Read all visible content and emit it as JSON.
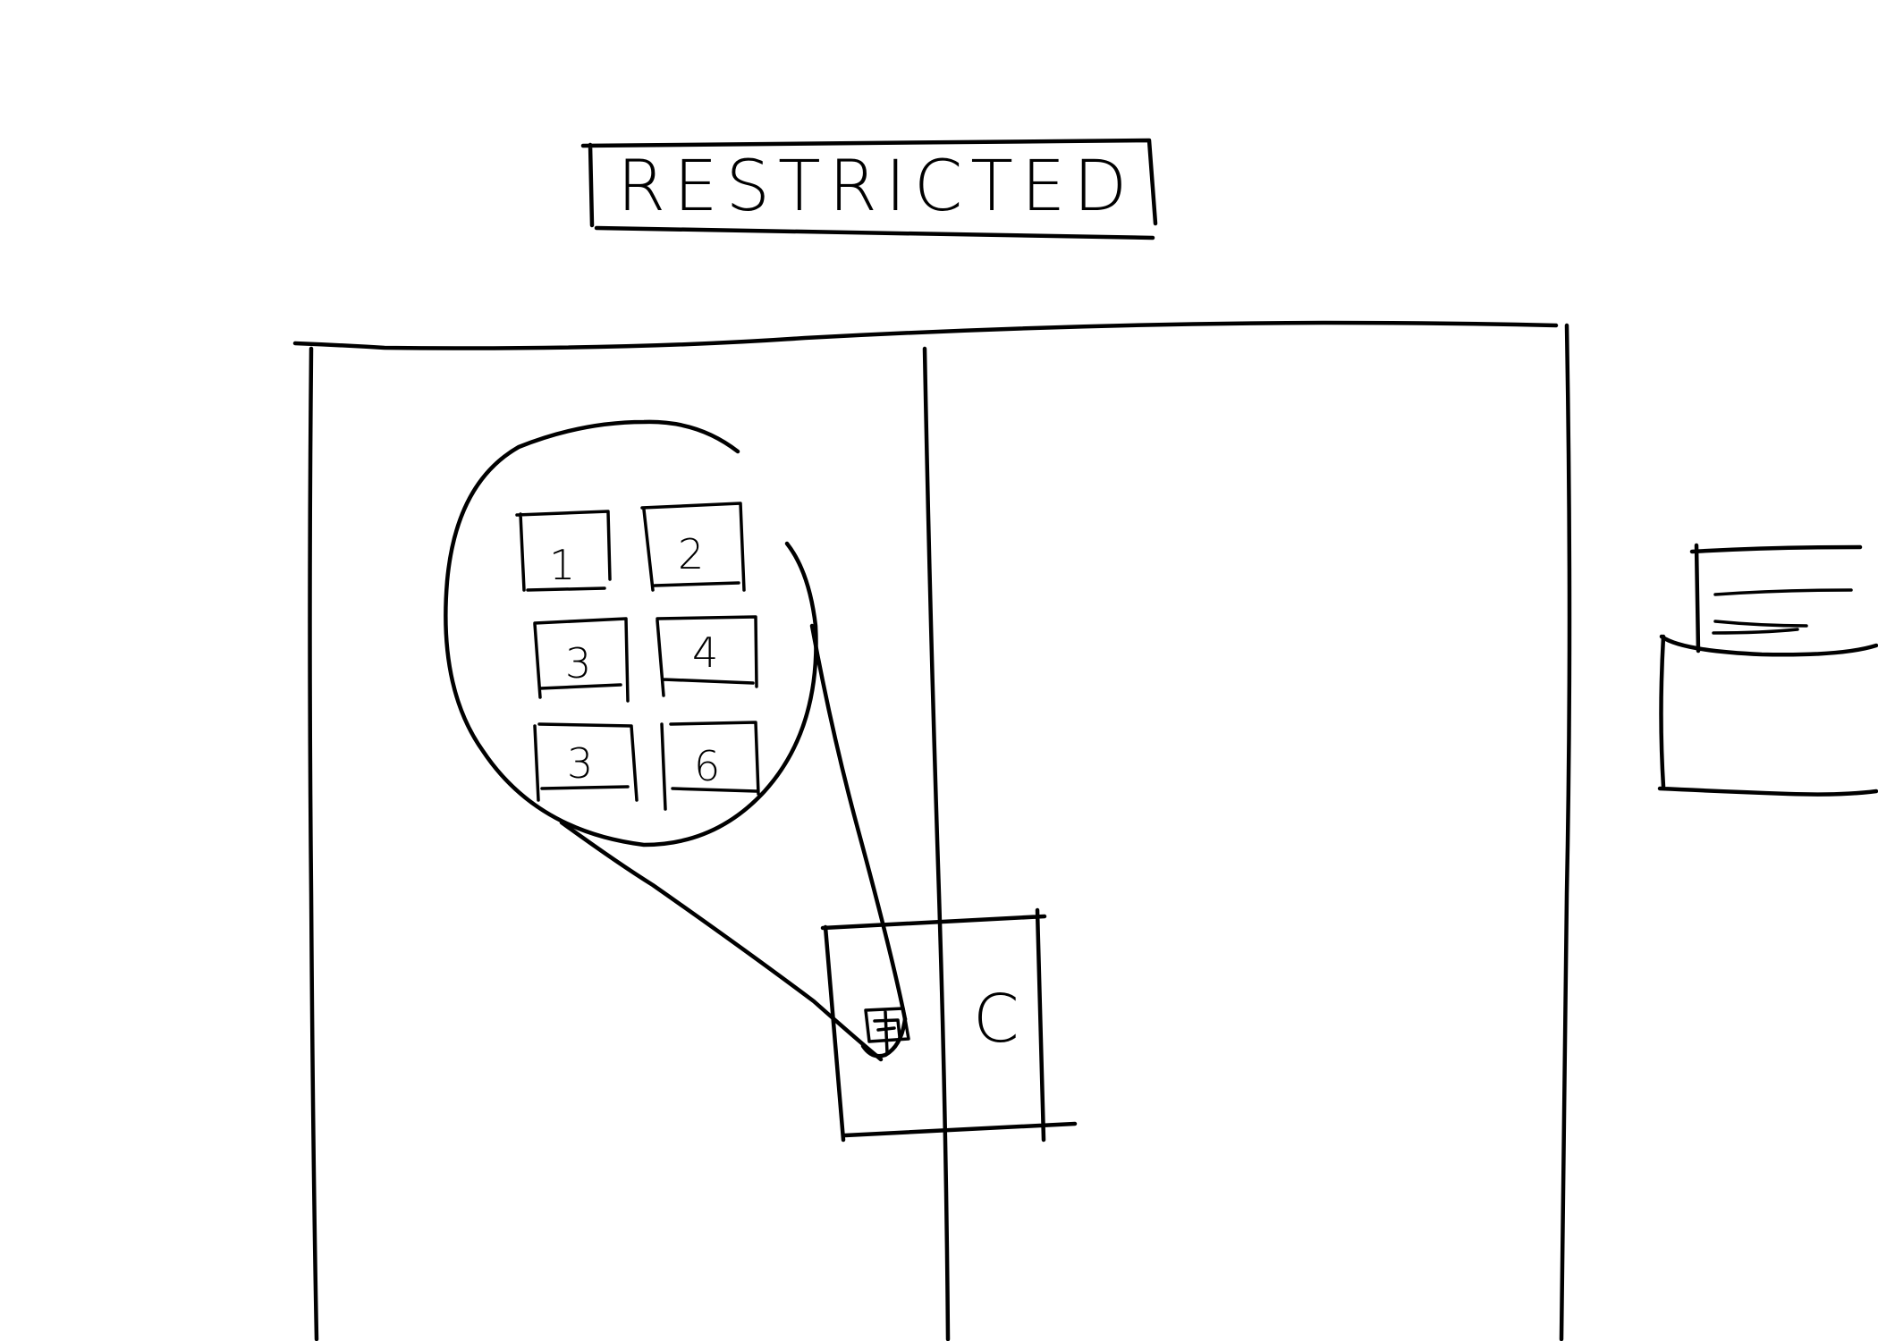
{
  "sign": {
    "text": "RESTRICTED"
  },
  "keypad": {
    "keys": [
      "1",
      "2",
      "3",
      "4",
      "3",
      "6"
    ]
  },
  "lock": {
    "letter": "C"
  }
}
